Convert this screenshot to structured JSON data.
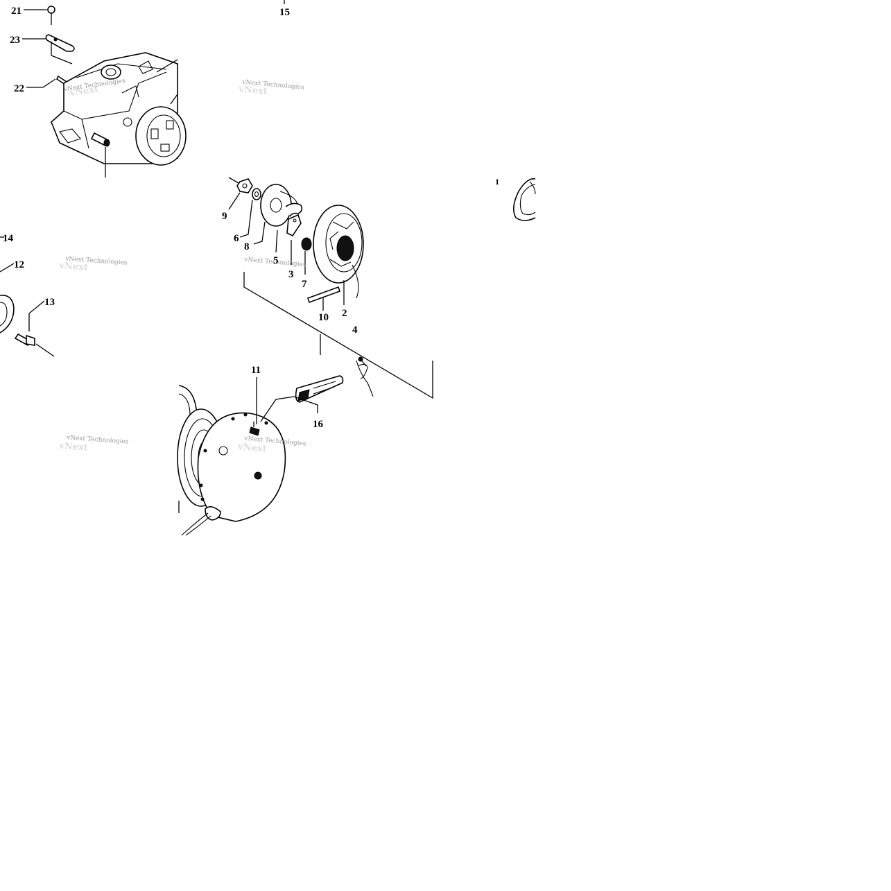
{
  "diagram": {
    "callouts": [
      "21",
      "23",
      "22",
      "15",
      "9",
      "6",
      "8",
      "5",
      "3",
      "7",
      "10",
      "2",
      "4",
      "1",
      "14",
      "12",
      "13",
      "11",
      "16"
    ],
    "watermarks": [
      "vNext Technologies",
      "vNext Technologies",
      "vNext Technologies",
      "vNext Technologies",
      "vNext Technologies",
      "vNext Technologies"
    ]
  }
}
